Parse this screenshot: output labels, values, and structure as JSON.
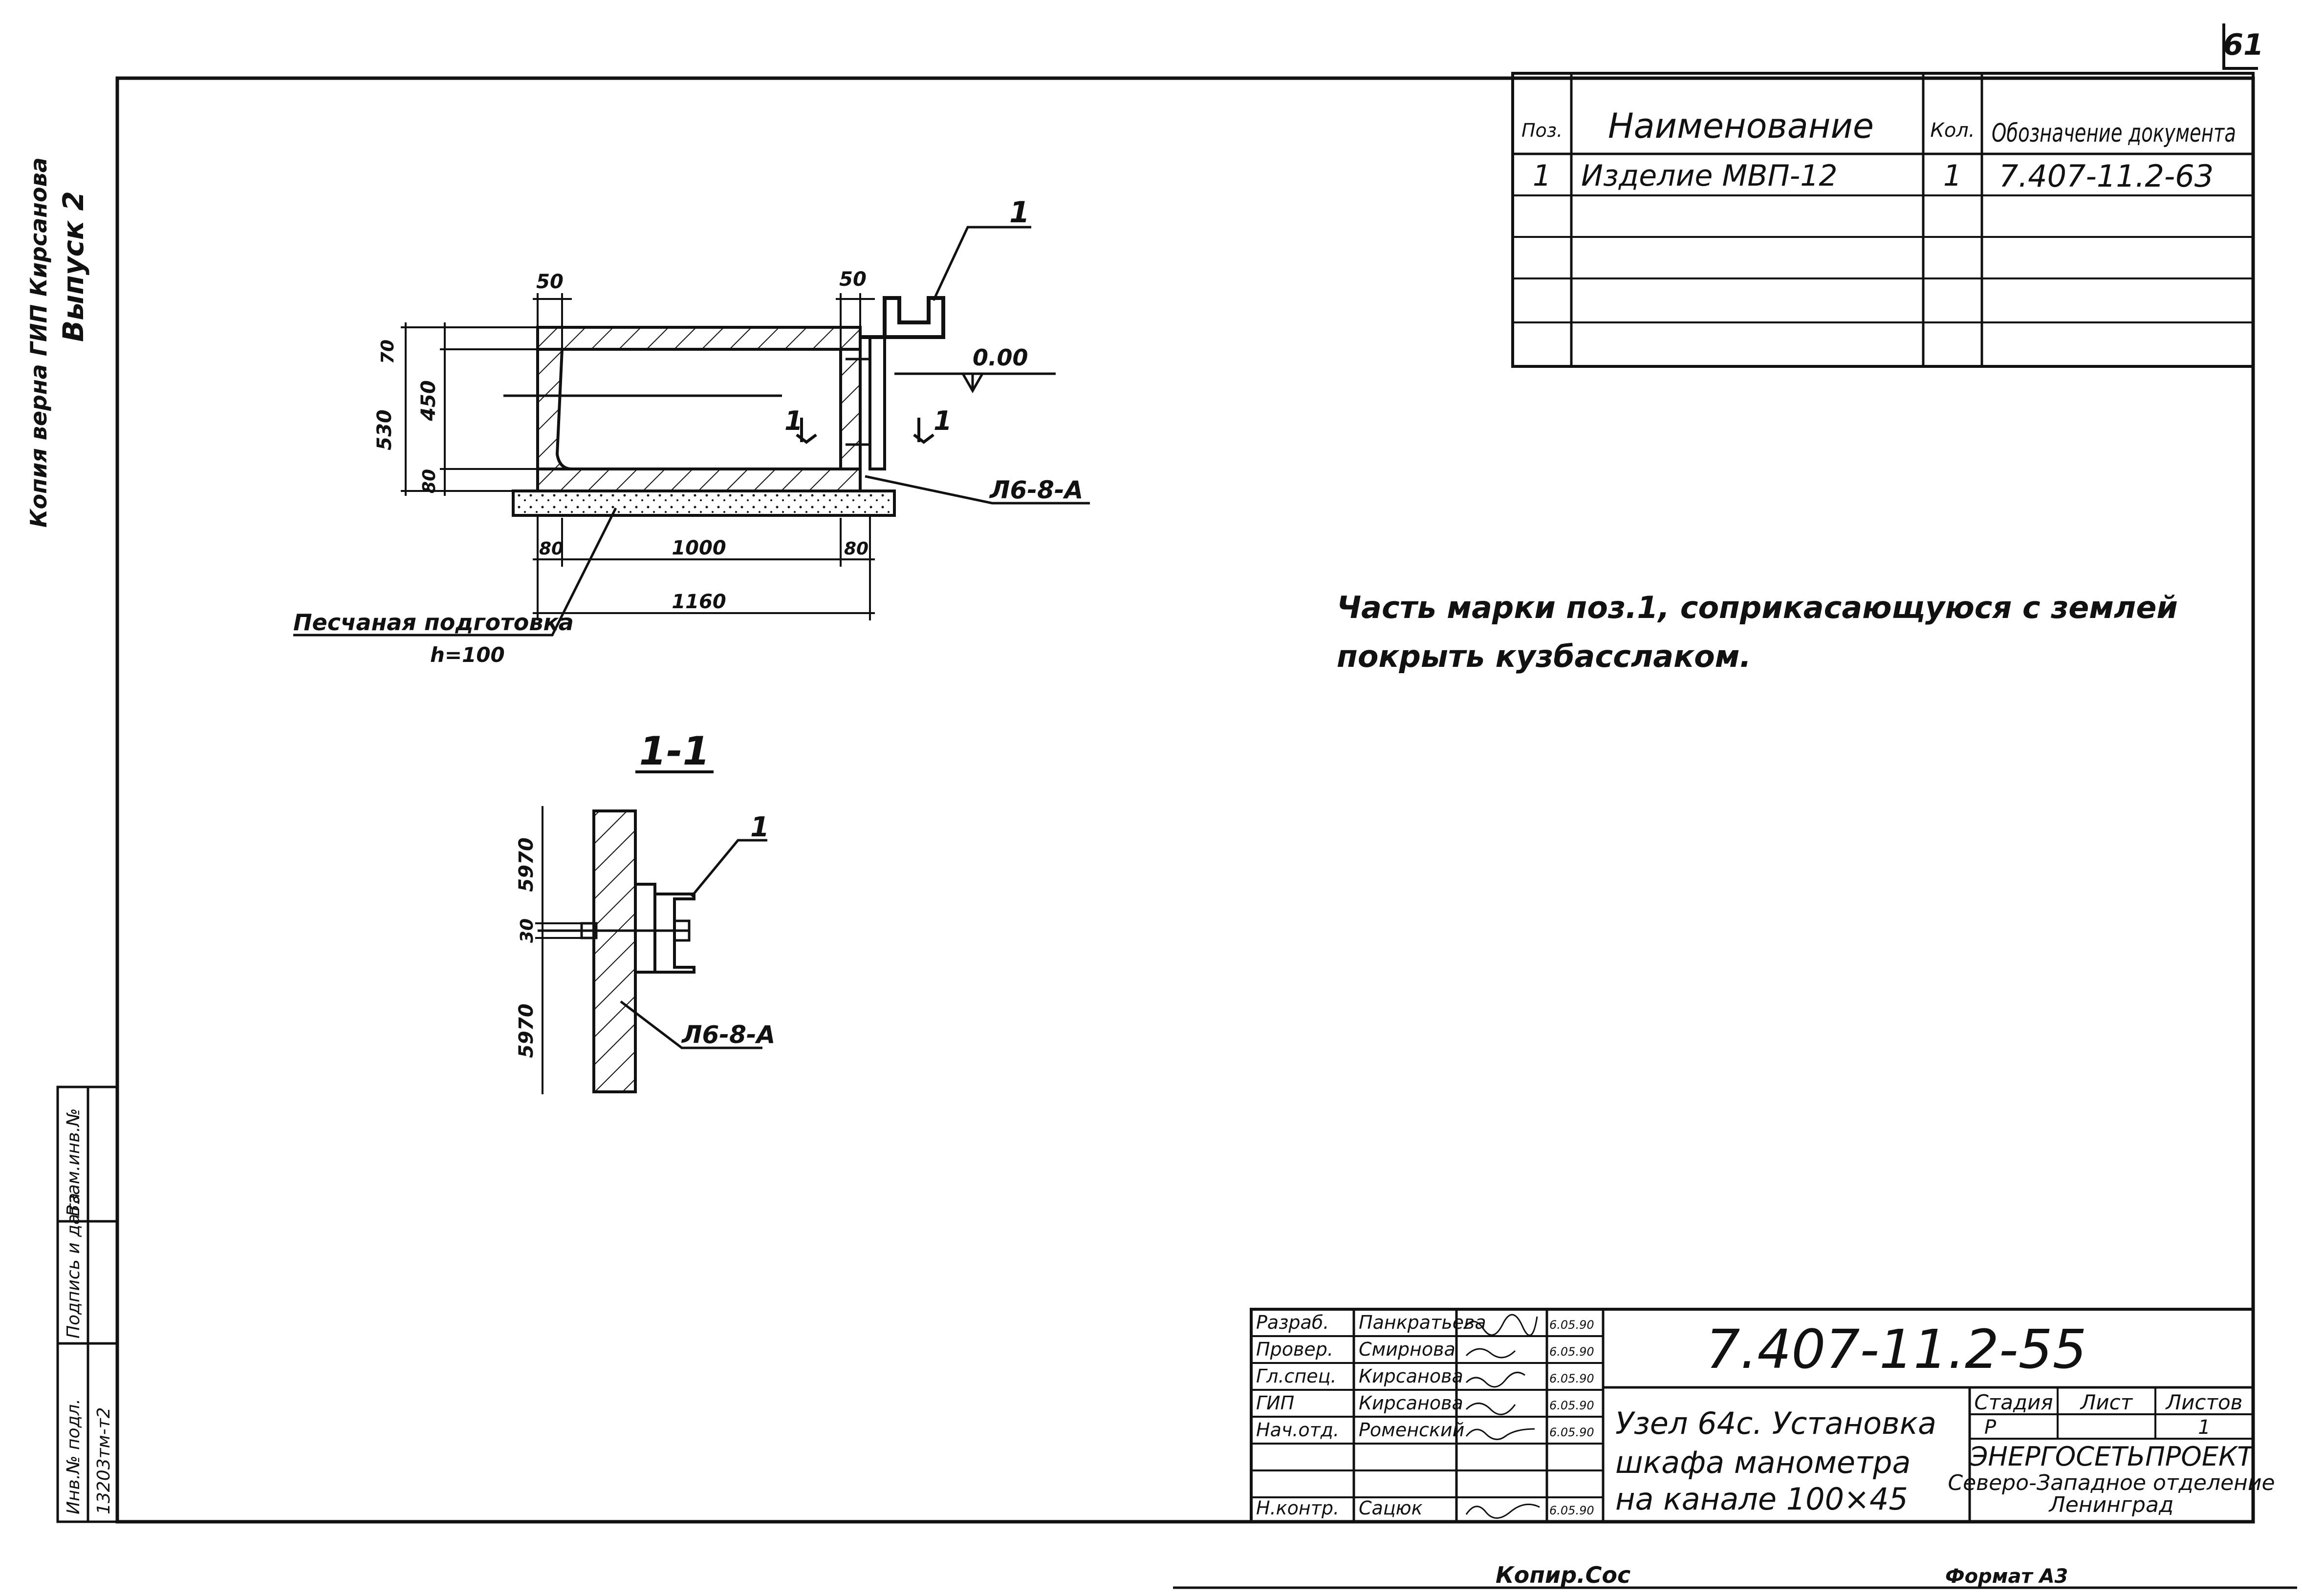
{
  "sheet_number": "61",
  "spec_table": {
    "headers": [
      "Поз.",
      "Наименование",
      "Кол.",
      "Обозначение документа"
    ],
    "rows": [
      {
        "pos": "1",
        "name": "Изделие МВП-12",
        "qty": "1",
        "doc": "7.407-11.2-63"
      }
    ]
  },
  "plan_view": {
    "callout_pos": "1",
    "level_mark": "0.00",
    "section_mark": "1",
    "weld_label": "Л6-8-А",
    "dims": {
      "top_left": "50",
      "top_right": "50",
      "side_top": "70",
      "side_total": "530",
      "side_middle": "450",
      "side_bottom": "80",
      "bottom_left": "80",
      "bottom_mid": "1000",
      "bottom_right": "80",
      "bottom_total": "1160"
    },
    "sand_label": "Песчаная подготовка",
    "sand_height": "h=100"
  },
  "section_view": {
    "title": "1-1",
    "callout_pos": "1",
    "weld_label": "Л6-8-А",
    "dims": {
      "top": "5970",
      "middle": "30",
      "bottom": "5970"
    }
  },
  "note": {
    "line1": "Часть марки поз.1, соприкасающуюся с землей",
    "line2": "покрыть кузбасслаком."
  },
  "left_margin": {
    "copy_note": "Копия верна ГИП Кирсанова",
    "issue": "Выпуск 2",
    "stamp_cells": [
      "Инв.№ подл.",
      "Подпись и дата",
      "Взам.инв.№"
    ],
    "inv_value": "13203тм-т2"
  },
  "title_block": {
    "code": "7.407-11.2-55",
    "rows": [
      {
        "role": "Разраб.",
        "name": "Панкратьева",
        "date": "6.05.90"
      },
      {
        "role": "Провер.",
        "name": "Смирнова",
        "date": "6.05.90"
      },
      {
        "role": "Гл.спец.",
        "name": "Кирсанова",
        "date": "6.05.90"
      },
      {
        "role": "ГИП",
        "name": "Кирсанова",
        "date": "6.05.90"
      },
      {
        "role": "Нач.отд.",
        "name": "Роменский",
        "date": "6.05.90"
      },
      {
        "role": "",
        "name": "",
        "date": ""
      },
      {
        "role": "Н.контр.",
        "name": "Сацюк",
        "date": "6.05.90"
      }
    ],
    "title_lines": [
      "Узел 64с. Установка",
      "шкафа манометра",
      "на канале 100×45"
    ],
    "stage_header": "Стадия",
    "sheet_header": "Лист",
    "sheets_header": "Листов",
    "stage": "Р",
    "sheets": "1",
    "org_lines": [
      "ЭНЕРГОСЕТЬПРОЕКТ",
      "Северо-Западное отделение",
      "Ленинград"
    ]
  },
  "footer": {
    "copied": "Копир.Сос",
    "format": "Формат А3"
  }
}
